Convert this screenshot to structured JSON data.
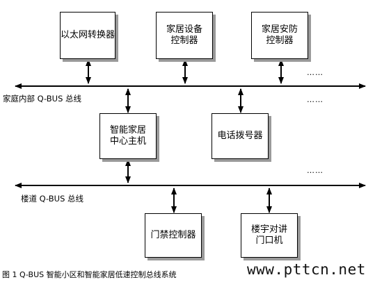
{
  "diagram": {
    "boxes": {
      "ethernet_converter": "以太网转换器",
      "home_device_controller": "家居设备\n控制器",
      "home_security_controller": "家居安防\n控制器",
      "smart_home_host": "智能家居\n中心主机",
      "phone_dialer": "电话拨号器",
      "access_controller": "门禁控制器",
      "building_intercom": "楼宇对讲\n门口机"
    },
    "buses": {
      "home_bus_label": "家庭内部   Q-BUS  总线",
      "corridor_bus_label": "楼道  Q-BUS  总线"
    },
    "ellipsis": [
      "……",
      "……",
      "……"
    ],
    "caption": "图 1  Q-BUS 智能小区和智能家居低速控制总线系统",
    "watermark": "www.pttcn.net"
  }
}
